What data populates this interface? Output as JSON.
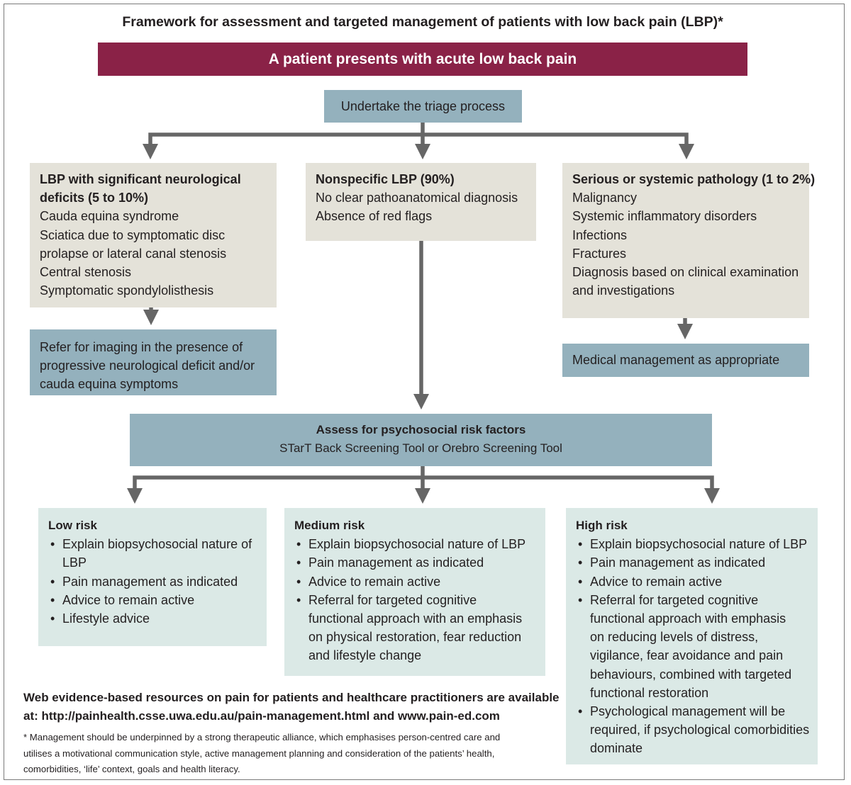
{
  "title": "Framework for assessment and targeted management of patients with low back pain (LBP)*",
  "banner": "A patient presents with acute low back pain",
  "triage": "Undertake the triage process",
  "neuro": {
    "heading": [
      "LBP with significant neurological",
      "deficits (5 to 10%)"
    ],
    "items": [
      "Cauda equina syndrome",
      "Sciatica due to symptomatic disc",
      "prolapse or lateral canal stenosis",
      "Central stenosis",
      "Symptomatic spondylolisthesis"
    ]
  },
  "nonspecific": {
    "heading": "Nonspecific LBP (90%)",
    "items": [
      "No clear pathoanatomical diagnosis",
      "Absence of red flags"
    ]
  },
  "serious": {
    "heading": "Serious or systemic pathology (1 to 2%)",
    "items": [
      "Malignancy",
      "Systemic inflammatory disorders",
      "Infections",
      "Fractures",
      "Diagnosis based on clinical examination",
      "and investigations"
    ]
  },
  "imaging": [
    "Refer for imaging in the presence of",
    "progressive neurological deficit and/or",
    "cauda equina symptoms"
  ],
  "medical": "Medical management as appropriate",
  "assess": {
    "heading": "Assess for psychosocial risk factors",
    "sub": "STarT Back Screening Tool or Orebro Screening Tool"
  },
  "low_risk": {
    "heading": "Low risk",
    "items": [
      [
        "Explain biopsychosocial nature of",
        "LBP"
      ],
      [
        "Pain management as indicated"
      ],
      [
        "Advice to remain active"
      ],
      [
        "Lifestyle advice"
      ]
    ]
  },
  "medium_risk": {
    "heading": "Medium risk",
    "items": [
      [
        "Explain biopsychosocial nature of LBP"
      ],
      [
        "Pain management as indicated"
      ],
      [
        "Advice to remain active"
      ],
      [
        "Referral for targeted cognitive",
        "functional approach with an emphasis",
        "on physical restoration, fear reduction",
        "and lifestyle change"
      ]
    ]
  },
  "high_risk": {
    "heading": "High risk",
    "items": [
      [
        "Explain biopsychosocial nature of LBP"
      ],
      [
        "Pain management as indicated"
      ],
      [
        "Advice to remain active"
      ],
      [
        "Referral for targeted cognitive",
        "functional approach with emphasis",
        "on reducing levels of distress,",
        "vigilance, fear avoidance and pain",
        "behaviours, combined with targeted",
        "functional restoration"
      ],
      [
        "Psychological management will be",
        "required, if psychological comorbidities",
        "dominate"
      ]
    ]
  },
  "web_resources": [
    "Web evidence-based resources on pain for patients and healthcare practitioners are available",
    "at: http://painhealth.csse.uwa.edu.au/pain-management.html and www.pain-ed.com"
  ],
  "footnote": [
    "* Management should be underpinned by a strong therapeutic alliance, which emphasises person-centred care and",
    "utilises a motivational communication style, active management planning and consideration of the patients’ health,",
    "comorbidities, ‘life’ context, goals and health literacy."
  ],
  "colors": {
    "banner": "#8a2247",
    "blue": "#94b1bd",
    "beige": "#e4e2d9",
    "mint": "#dbe9e6",
    "arrow": "#666666"
  }
}
